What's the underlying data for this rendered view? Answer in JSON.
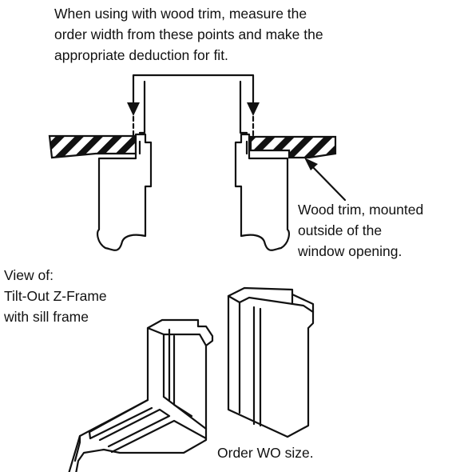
{
  "annotations": {
    "top_note": [
      "When using with wood trim, measure the",
      "order width from these points and make the",
      "appropriate deduction for fit."
    ],
    "trim_note": [
      "Wood trim, mounted",
      "outside of the",
      "window opening."
    ],
    "view_note": [
      "View of:",
      "Tilt-Out Z-Frame",
      "with sill frame"
    ],
    "order_note": "Order WO size."
  }
}
